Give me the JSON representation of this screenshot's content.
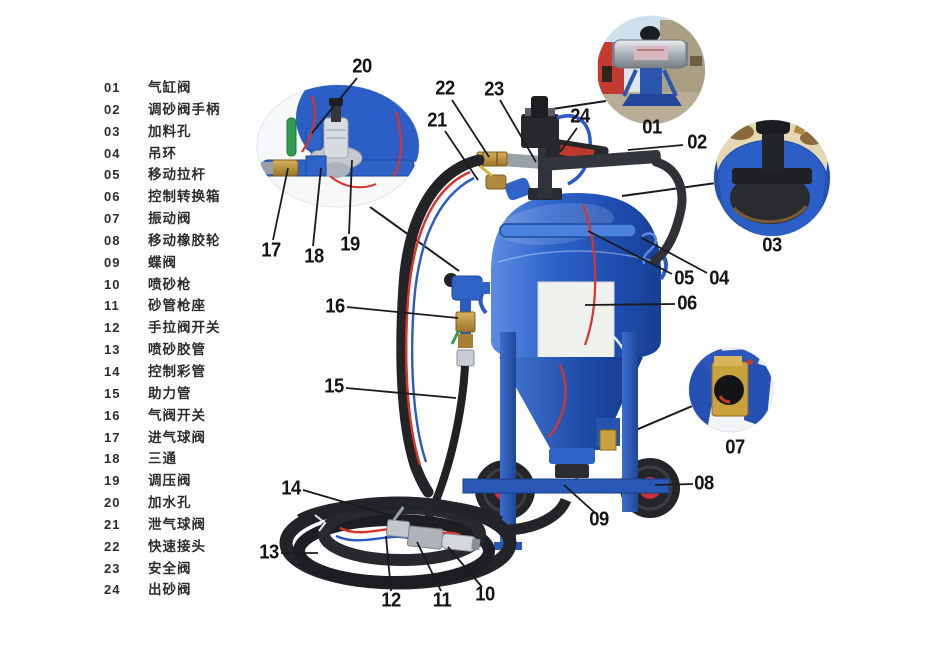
{
  "parts_list": {
    "items": [
      {
        "no": "01",
        "name": "气缸阀"
      },
      {
        "no": "02",
        "name": "调砂阀手柄"
      },
      {
        "no": "03",
        "name": "加料孔"
      },
      {
        "no": "04",
        "name": "吊环"
      },
      {
        "no": "05",
        "name": "移动拉杆"
      },
      {
        "no": "06",
        "name": "控制转换箱"
      },
      {
        "no": "07",
        "name": "振动阀"
      },
      {
        "no": "08",
        "name": "移动橡胶轮"
      },
      {
        "no": "09",
        "name": "蝶阀"
      },
      {
        "no": "10",
        "name": "喷砂枪"
      },
      {
        "no": "11",
        "name": "砂管枪座"
      },
      {
        "no": "12",
        "name": "手拉阀开关"
      },
      {
        "no": "13",
        "name": "喷砂胶管"
      },
      {
        "no": "14",
        "name": "控制彩管"
      },
      {
        "no": "15",
        "name": "助力管"
      },
      {
        "no": "16",
        "name": "气阀开关"
      },
      {
        "no": "17",
        "name": "进气球阀"
      },
      {
        "no": "18",
        "name": "三通"
      },
      {
        "no": "19",
        "name": "调压阀"
      },
      {
        "no": "20",
        "name": "加水孔"
      },
      {
        "no": "21",
        "name": "泄气球阀"
      },
      {
        "no": "22",
        "name": "快速接头"
      },
      {
        "no": "23",
        "name": "安全阀"
      },
      {
        "no": "24",
        "name": "出砂阀"
      }
    ]
  },
  "diagram": {
    "callouts": [
      "20",
      "22",
      "23",
      "21",
      "24",
      "02",
      "17",
      "18",
      "19",
      "05",
      "04",
      "06",
      "16",
      "15",
      "14",
      "13",
      "12",
      "11",
      "10",
      "09",
      "08"
    ],
    "inset_labels": [
      "01",
      "03",
      "07"
    ]
  },
  "colors": {
    "tank_blue": "#2a5cc0",
    "frame_blue": "#2a55b0",
    "wheel_hub_red": "#c8303c",
    "hose_black": "#232427",
    "tube_red": "#d8342c",
    "tube_blue": "#2b59c8",
    "brass": "#b08a3e",
    "label_black": "#141416"
  }
}
